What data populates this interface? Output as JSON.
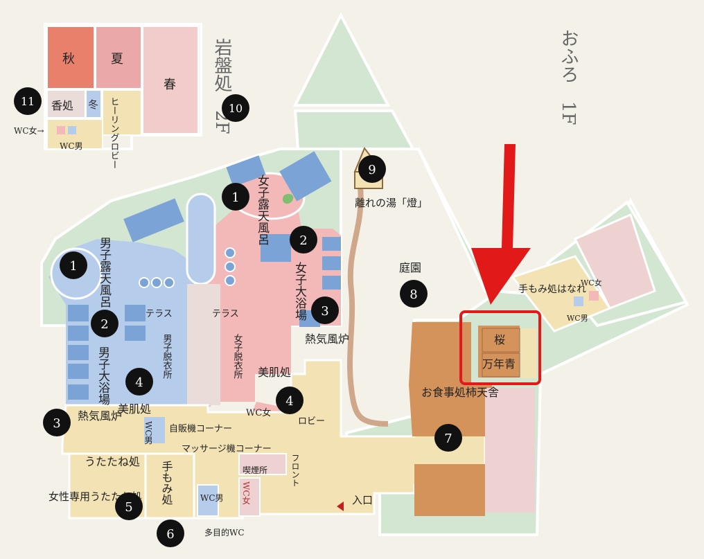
{
  "floors": {
    "f2_label": "岩盤処　2F",
    "f1_label": "おふろ　1F"
  },
  "colors": {
    "background": "#f4f2e8",
    "garden": "#d3e6d2",
    "garden_border": "#ffffff",
    "male_area": "#b6cceb",
    "male_dark": "#7ba3d6",
    "female_area": "#f2b9b8",
    "common_area": "#f3e2b4",
    "restaurant": "#d4935b",
    "pink_room": "#eed2d2",
    "red_room": "#e8806c",
    "highlight": "#e11919",
    "path": "#cfa78a",
    "marker": "#111111"
  },
  "markers": [
    {
      "num": "1",
      "area": "女子露天風呂"
    },
    {
      "num": "1",
      "area": "男子露天風呂"
    },
    {
      "num": "2",
      "area": "女子大浴場"
    },
    {
      "num": "2",
      "area": "男子大浴場"
    },
    {
      "num": "3",
      "area": "女子熱気風炉"
    },
    {
      "num": "3",
      "area": "男子熱気風炉"
    },
    {
      "num": "4",
      "area": "男子美肌処"
    },
    {
      "num": "4",
      "area": "女子美肌処"
    },
    {
      "num": "5",
      "area": "うたたね処"
    },
    {
      "num": "6",
      "area": "手もみ処"
    },
    {
      "num": "7",
      "area": "お食事処 柿天舎"
    },
    {
      "num": "8",
      "area": "庭園"
    },
    {
      "num": "9",
      "area": "離れの湯「燈」"
    },
    {
      "num": "10",
      "area": "岩盤処"
    },
    {
      "num": "11",
      "area": "香処"
    }
  ],
  "labels": {
    "aki": "秋",
    "natsu": "夏",
    "haru": "春",
    "fuyu": "冬",
    "kou": "香処",
    "healing_lobby": "ヒーリングロビー",
    "wc_f_2f": "WC女→",
    "wc_m_2f": "WC男",
    "women_rotenburo": "女子露天風呂",
    "men_rotenburo": "男子露天風呂",
    "women_daiyokujo": "女子大浴場",
    "men_daiyokujo": "男子大浴場",
    "terrace": "テラス",
    "women_changing": "女子脱衣所",
    "men_changing": "男子脱衣所",
    "nekki": "熱気風炉",
    "bihada": "美肌処",
    "wc_f": "WC女",
    "wc_m_vert": "WC男",
    "vending": "自販機コーナー",
    "lobby": "ロビー",
    "massage_chair": "マッサージ機コーナー",
    "front": "フロント",
    "smoking": "喫煙所",
    "utatane": "うたたね処",
    "women_utatane": "女性専用うたたね処",
    "temomi": "手もみ処",
    "multi_wc": "多目的WC",
    "entrance": "入口",
    "garden": "庭園",
    "hanare_yu": "離れの湯「燈」",
    "restaurant": "お食事処柿天舎",
    "sakura": "桜",
    "mannenao": "万年青",
    "temomi_hanare": "手もみ処はなれ",
    "wc_f_h": "WC女",
    "wc_m_h": "WC男"
  }
}
